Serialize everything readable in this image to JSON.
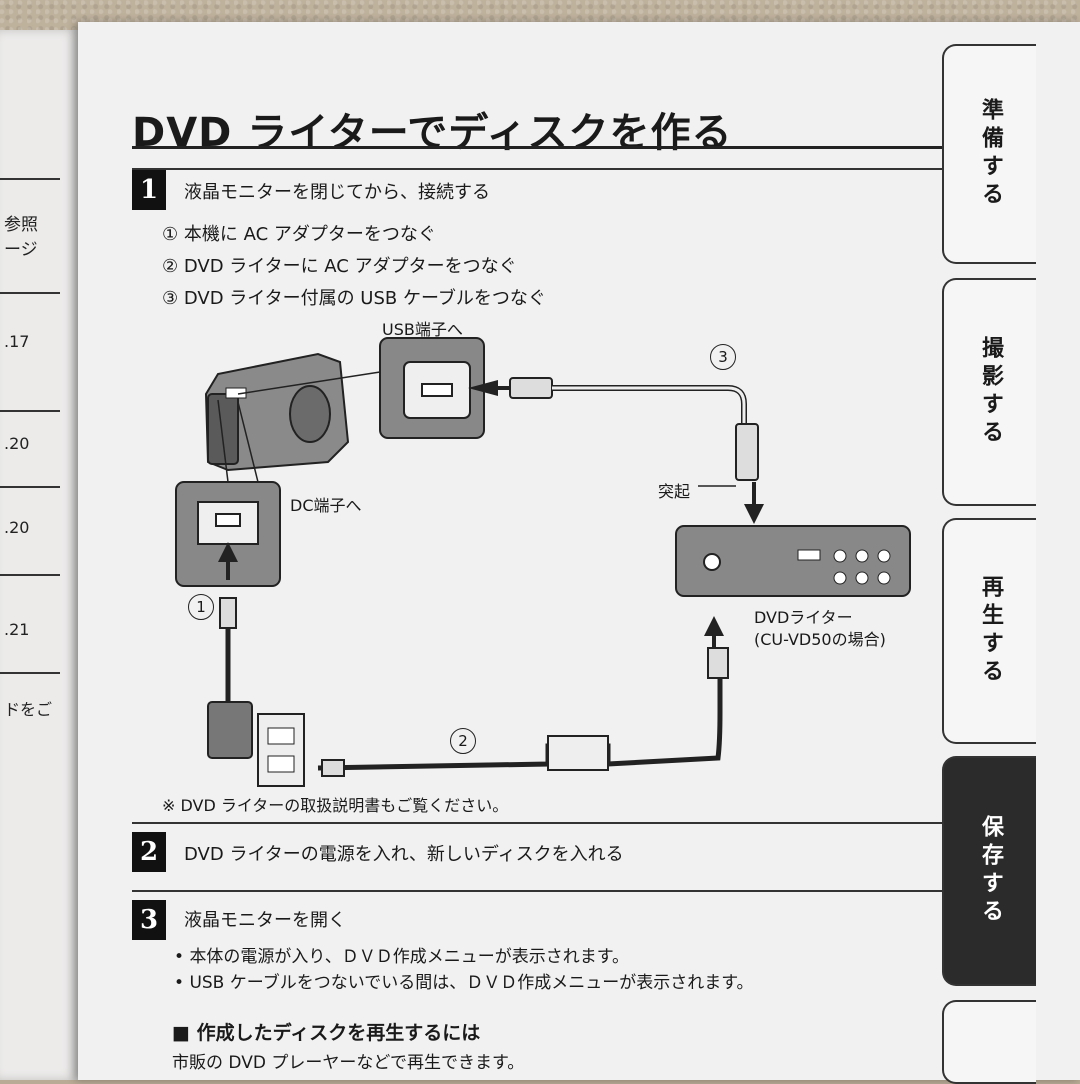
{
  "title": "DVD ライターでディスクを作る",
  "steps": [
    {
      "num": "1",
      "text": "液晶モニターを閉じてから、接続する"
    },
    {
      "num": "2",
      "text": "DVD ライターの電源を入れ、新しいディスクを入れる"
    },
    {
      "num": "3",
      "text": "液晶モニターを開く"
    }
  ],
  "substeps": [
    "① 本機に AC アダプターをつなぐ",
    "② DVD ライターに AC アダプターをつなぐ",
    "③ DVD ライター付属の USB ケーブルをつなぐ"
  ],
  "diagram": {
    "usb_label": "USB端子へ",
    "dc_label": "DC端子へ",
    "protrusion_label": "突起",
    "writer_label": "DVDライター",
    "writer_model": "(CU-VD50の場合)",
    "num1": "1",
    "num2": "2",
    "num3": "3"
  },
  "note": "※ DVD ライターの取扱説明書もご覧ください。",
  "bullets": [
    "本体の電源が入り、ＤＶＤ作成メニューが表示されます。",
    "USB ケーブルをつないでいる間は、ＤＶＤ作成メニューが表示されます。"
  ],
  "section": {
    "heading": "■ 作成したディスクを再生するには",
    "body": "市販の DVD プレーヤーなどで再生できます。"
  },
  "tabs": [
    {
      "label": "準備する",
      "active": false
    },
    {
      "label": "撮影する",
      "active": false
    },
    {
      "label": "再生する",
      "active": false
    },
    {
      "label": "保存する",
      "active": true
    }
  ],
  "left_page": {
    "header_fragment": "参照\nージ",
    "refs": [
      ".17",
      ".20",
      ".20",
      ".21"
    ],
    "fragment": "ドをご"
  }
}
